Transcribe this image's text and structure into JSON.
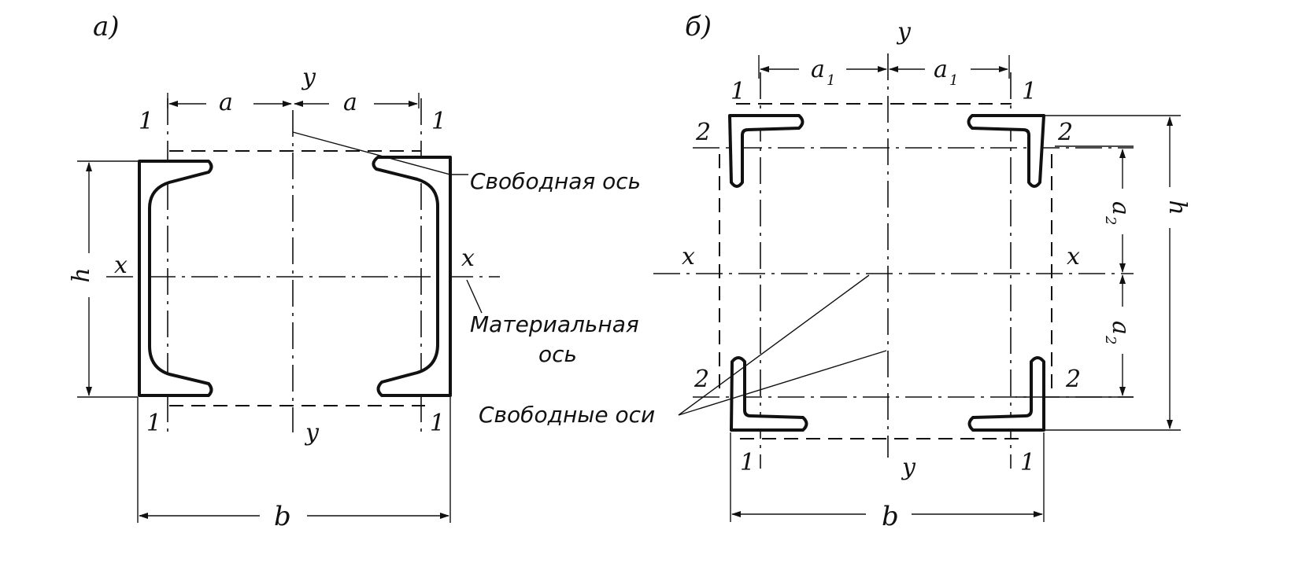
{
  "panel_a": {
    "tag": "а)",
    "dim_a_left": "a",
    "dim_a_right": "a",
    "axis_y_top": "y",
    "axis_y_bottom": "y",
    "axis_x_left": "x",
    "axis_x_right": "x",
    "axis_1_top_left": "1",
    "axis_1_top_right": "1",
    "axis_1_bottom_left": "1",
    "axis_1_bottom_right": "1",
    "dim_h": "h",
    "dim_b": "b",
    "note_free_axis": "Свободная ось",
    "note_material_axis_line1": "Материальная",
    "note_material_axis_line2": "ось"
  },
  "panel_b": {
    "tag": "б)",
    "dim_a1_left": "a",
    "dim_a1_left_sub": "1",
    "dim_a1_right": "a",
    "dim_a1_right_sub": "1",
    "dim_a2_top": "a",
    "dim_a2_top_sub": "2",
    "dim_a2_bottom": "a",
    "dim_a2_bottom_sub": "2",
    "axis_y_top": "y",
    "axis_y_bottom": "y",
    "axis_x_left": "x",
    "axis_x_right": "x",
    "axis_1_top_left": "1",
    "axis_1_top_right": "1",
    "axis_1_bottom_left": "1",
    "axis_1_bottom_right": "1",
    "axis_2_top_left": "2",
    "axis_2_top_right": "2",
    "axis_2_bottom_left": "2",
    "axis_2_bottom_right": "2",
    "dim_h": "h",
    "dim_b": "b",
    "note_free_axes": "Свободные оси"
  }
}
